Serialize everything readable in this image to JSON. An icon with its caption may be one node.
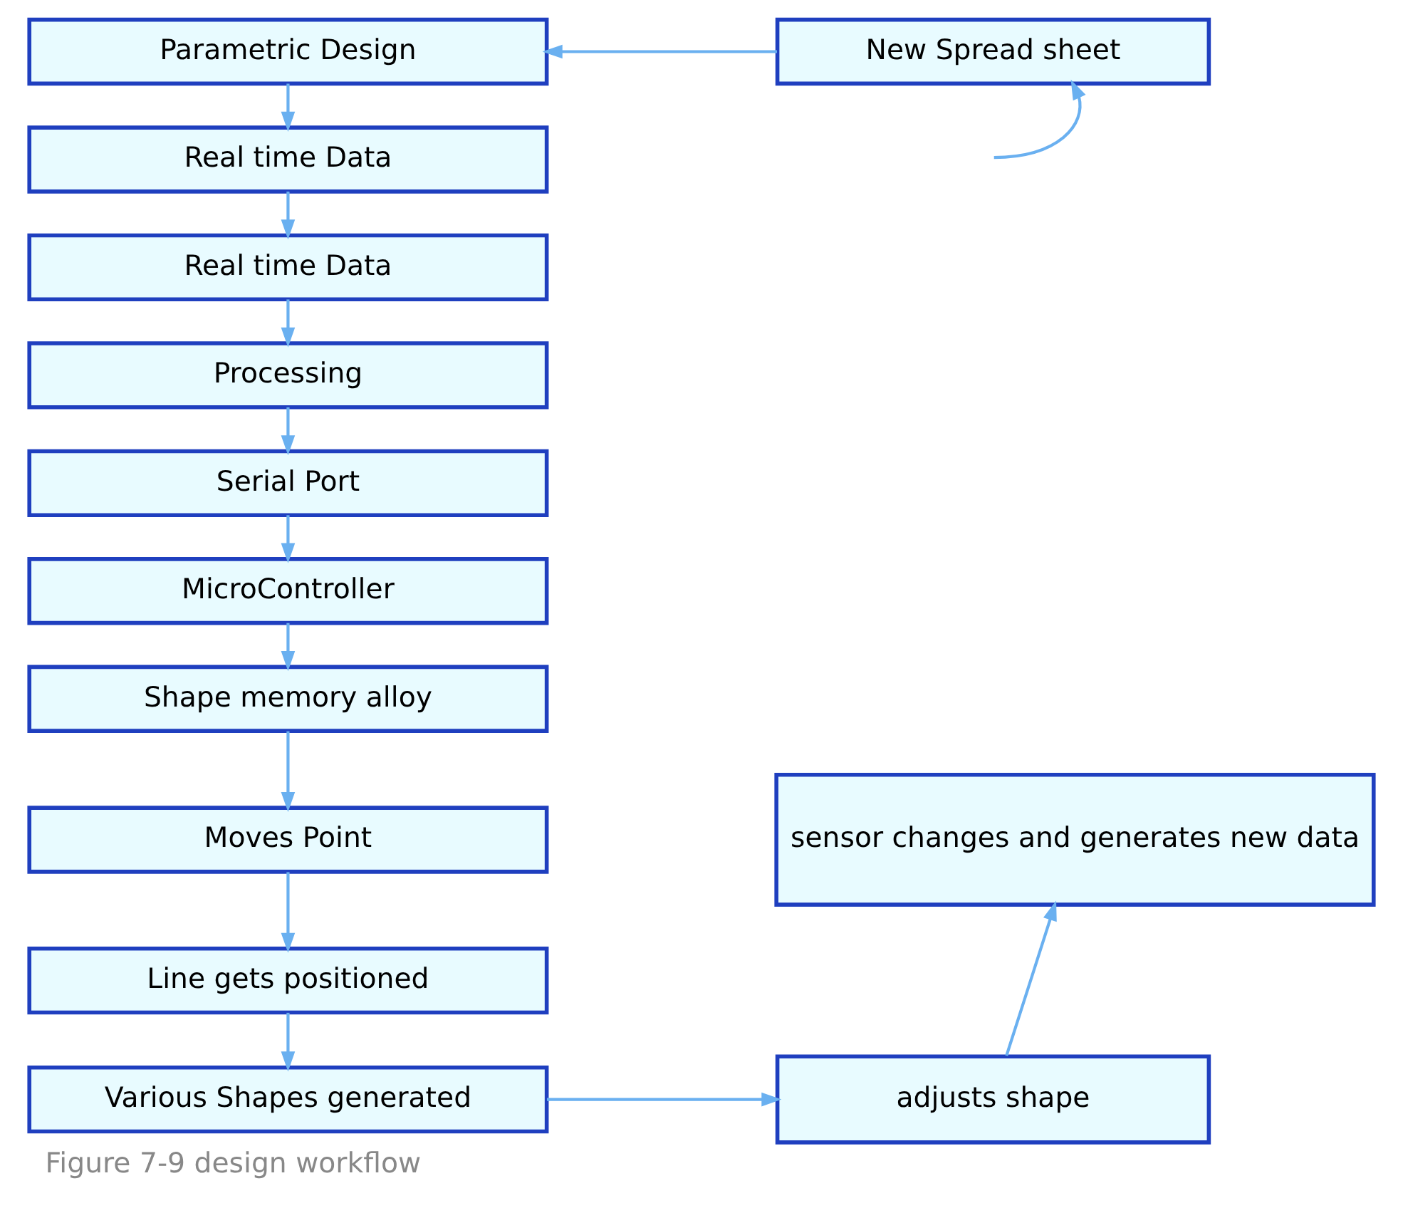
{
  "diagram": {
    "caption": "Figure 7-9 design workflow",
    "nodes": [
      {
        "text": [
          "Parametric Design"
        ]
      },
      {
        "text": [
          "New Spread sheet"
        ]
      },
      {
        "text": [
          "Real time Data"
        ]
      },
      {
        "text": [
          "Real time Data"
        ]
      },
      {
        "text": [
          "Processing"
        ]
      },
      {
        "text": [
          "Serial Port"
        ]
      },
      {
        "text": [
          "MicroController"
        ]
      },
      {
        "text": [
          "Shape memory alloy"
        ]
      },
      {
        "text": [
          "Moves Point"
        ]
      },
      {
        "text": [
          "Line gets positioned"
        ]
      },
      {
        "text": [
          "sensor changes and generates new data"
        ]
      },
      {
        "text": [
          "Various Shapes generated"
        ]
      },
      {
        "text": [
          "adjusts shape"
        ]
      }
    ],
    "edges": [
      {
        "from": 1,
        "to": 0,
        "arrow": "to"
      },
      {
        "from": 0,
        "to": 2,
        "arrow": "to"
      },
      {
        "from": 2,
        "to": 3,
        "arrow": "to"
      },
      {
        "from": 3,
        "to": 4,
        "arrow": "to"
      },
      {
        "from": 4,
        "to": 5,
        "arrow": "to"
      },
      {
        "from": 5,
        "to": 6,
        "arrow": "to"
      },
      {
        "from": 6,
        "to": 7,
        "arrow": "to"
      },
      {
        "from": 7,
        "to": 8,
        "arrow": "to"
      },
      {
        "from": 8,
        "to": 9,
        "arrow": "to"
      },
      {
        "from": 9,
        "to": 11,
        "arrow": "to"
      },
      {
        "from": 11,
        "to": 12,
        "arrow": "to"
      },
      {
        "from": 12,
        "to": 10,
        "arrow": "to"
      },
      {
        "from": null,
        "to": 1,
        "arrow": "to"
      }
    ]
  }
}
